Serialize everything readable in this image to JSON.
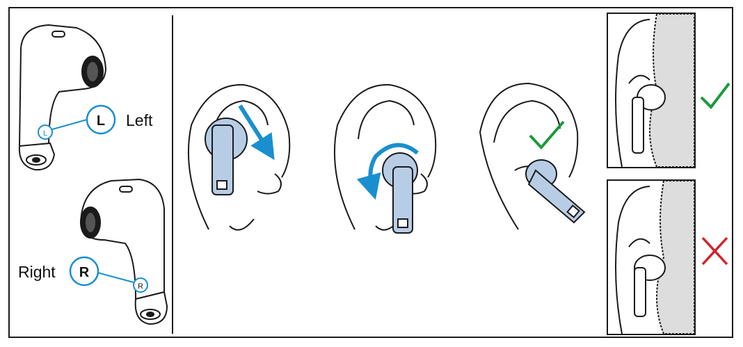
{
  "earbud_labels": {
    "left_letter": "L",
    "left_word": "Left",
    "right_letter": "R",
    "right_word": "Right"
  },
  "colors": {
    "accent_blue": "#1a8fcf",
    "earbud_fill": "#b7cde6",
    "check_green": "#1a9a3a",
    "cross_red": "#d1232a",
    "line": "#1a1a1a"
  },
  "steps": [
    {
      "icon": "insert-arrow-icon"
    },
    {
      "icon": "rotate-arrow-icon"
    },
    {
      "icon": "checkmark-icon"
    }
  ],
  "fit_examples": [
    {
      "result_icon": "checkmark-icon",
      "correct": true
    },
    {
      "result_icon": "cross-icon",
      "correct": false
    }
  ]
}
